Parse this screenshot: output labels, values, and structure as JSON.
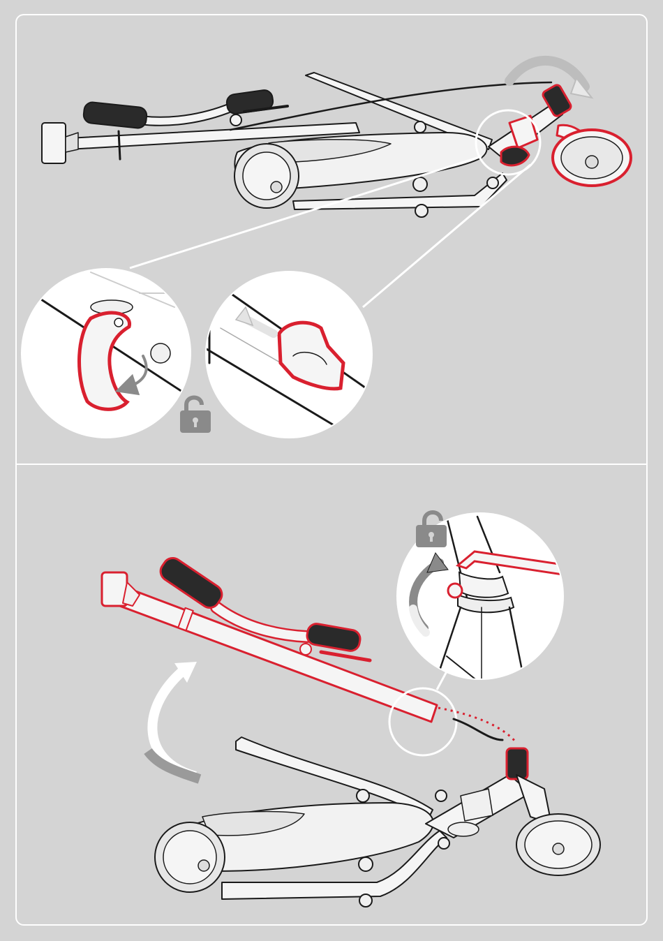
{
  "colors": {
    "background": "#d4d4d4",
    "frame": "#ffffff",
    "highlight": "#d9202f",
    "outline": "#1a1a1a",
    "body": "#f5f5f5",
    "arrow_grey": "#9a9a9a",
    "lock_grey": "#8a8a8a"
  },
  "icons": {
    "unlock_top": "padlock-unlocked-icon",
    "unlock_bottom": "padlock-unlocked-icon",
    "rotate": "curved-arrow-icon",
    "push": "straight-arrow-icon",
    "lift": "curved-arrow-icon"
  },
  "steps": [
    {
      "id": "step-1",
      "action": "release-latch-and-fold-wheel"
    },
    {
      "id": "step-2",
      "action": "loosen-clamp-and-raise-handlebar"
    }
  ]
}
